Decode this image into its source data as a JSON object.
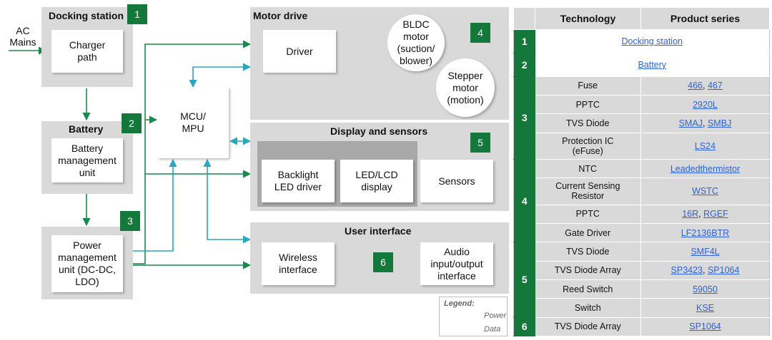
{
  "diagram": {
    "ac_mains": "AC\nMains",
    "docking_station": {
      "title": "Docking station",
      "num": "1",
      "charger": "Charger\npath"
    },
    "battery": {
      "title": "Battery",
      "num": "2",
      "bmu": "Battery\nmanagement\nunit"
    },
    "power": {
      "num": "3",
      "pmu": "Power\nmanagement\nunit (DC-DC,\nLDO)"
    },
    "mcu": "MCU/\nMPU",
    "motor_drive": {
      "title": "Motor drive",
      "num": "4",
      "driver": "Driver",
      "bldc": "BLDC\nmotor\n(suction/\nblower)",
      "stepper": "Stepper\nmotor\n(motion)"
    },
    "display": {
      "title": "Display and sensors",
      "num": "5",
      "backlight": "Backlight\nLED driver",
      "lcd": "LED/LCD\ndisplay",
      "sensors": "Sensors"
    },
    "user_interface": {
      "title": "User interface",
      "num": "6",
      "wireless": "Wireless\ninterface",
      "audio": "Audio\ninput/output\ninterface"
    },
    "legend": {
      "title": "Legend:",
      "power": "Power",
      "data": "Data"
    },
    "colors": {
      "power": "#1a8a4a",
      "data": "#2aa7c0",
      "accent": "#13783a",
      "panel": "#d9d9d9"
    }
  },
  "table": {
    "headers": [
      "Technology",
      "Product series"
    ],
    "groups": [
      {
        "num": "1",
        "span": "Docking station"
      },
      {
        "num": "2",
        "span": "Battery"
      },
      {
        "num": "3",
        "rows": [
          {
            "tech": "Fuse",
            "products": [
              "466",
              "467"
            ]
          },
          {
            "tech": "PPTC",
            "products": [
              "2920L"
            ]
          },
          {
            "tech": "TVS Diode",
            "products": [
              "SMAJ",
              "SMBJ"
            ]
          },
          {
            "tech": "Protection IC\n(eFuse)",
            "products": [
              "LS24"
            ]
          }
        ]
      },
      {
        "num": "4",
        "rows": [
          {
            "tech": "NTC",
            "products": [
              "Leadedthermistor"
            ]
          },
          {
            "tech": "Current Sensing\nResistor",
            "products": [
              "WSTC"
            ]
          },
          {
            "tech": "PPTC",
            "products": [
              "16R",
              "RGEF"
            ]
          },
          {
            "tech": "Gate Driver",
            "products": [
              "LF2136BTR"
            ]
          }
        ]
      },
      {
        "num": "5",
        "rows": [
          {
            "tech": "TVS Diode",
            "products": [
              "SMF4L"
            ]
          },
          {
            "tech": "TVS Diode Array",
            "products": [
              "SP3423",
              "SP1064"
            ]
          },
          {
            "tech": "Reed Switch",
            "products": [
              "59050"
            ]
          },
          {
            "tech": "Switch",
            "products": [
              "KSE"
            ]
          }
        ]
      },
      {
        "num": "6",
        "rows": [
          {
            "tech": "TVS Diode Array",
            "products": [
              "SP1064"
            ]
          }
        ]
      }
    ]
  }
}
